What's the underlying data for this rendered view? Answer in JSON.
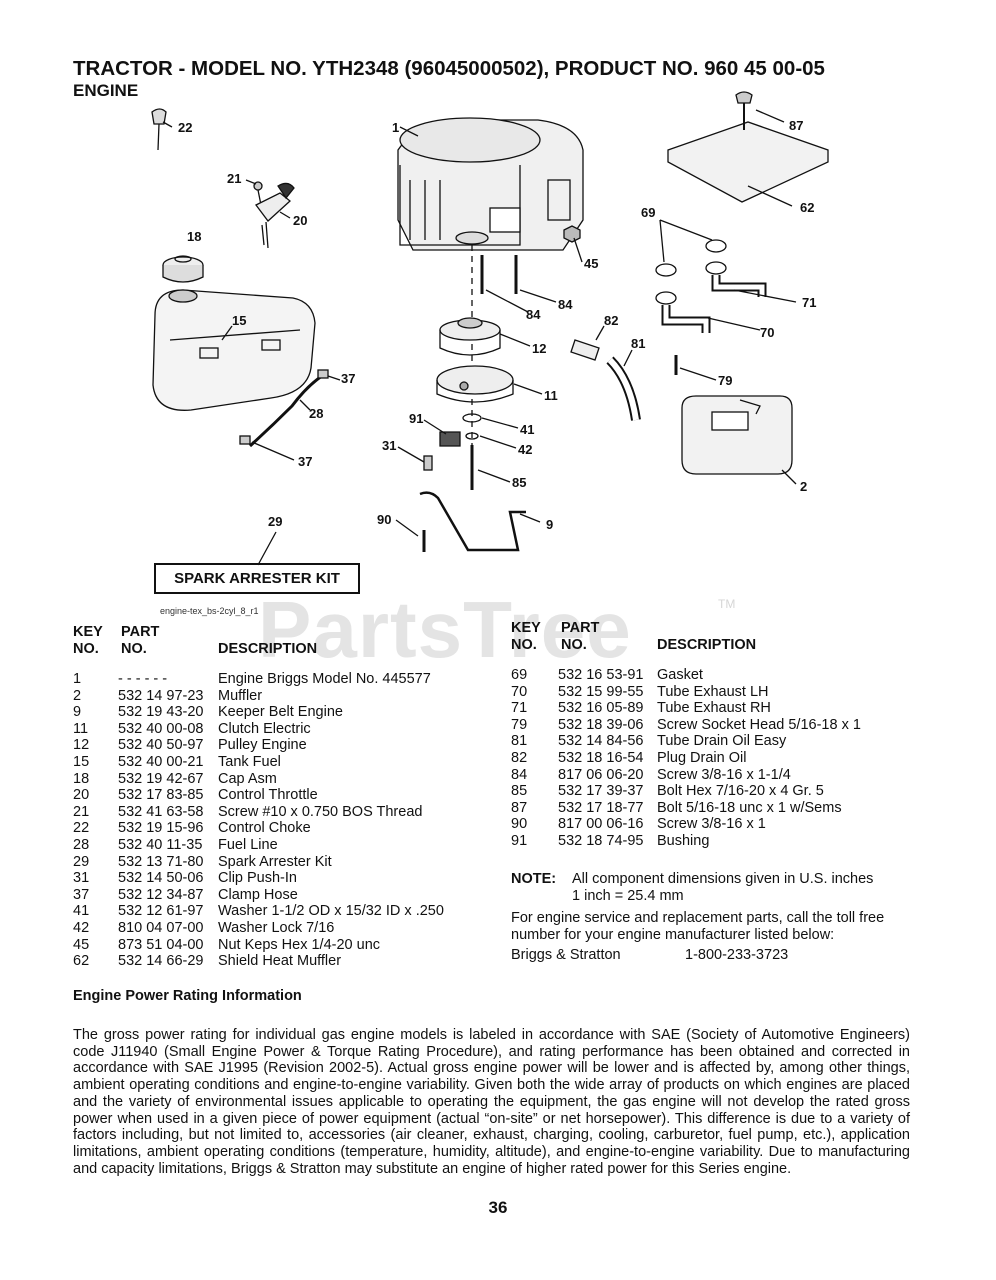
{
  "header": {
    "title": "TRACTOR - MODEL NO. YTH2348 (96045000502), PRODUCT NO. 960 45 00-05",
    "section": "ENGINE"
  },
  "diagram": {
    "callouts": [
      "22",
      "1",
      "87",
      "21",
      "20",
      "62",
      "18",
      "69",
      "45",
      "71",
      "15",
      "84",
      "84",
      "82",
      "70",
      "12",
      "81",
      "37",
      "79",
      "11",
      "28",
      "91",
      "41",
      "31",
      "42",
      "37",
      "85",
      "2",
      "29",
      "90",
      "9"
    ],
    "kit_label": "SPARK ARRESTER KIT",
    "figure_ref": "engine-tex_bs-2cyl_8_r1",
    "watermark": "PartsTree",
    "watermark_tm": "TM"
  },
  "parts_table": {
    "headers": {
      "key_line1": "KEY",
      "key_line2": "NO.",
      "part_line1": "PART",
      "part_line2": "NO.",
      "description": "DESCRIPTION"
    },
    "left": [
      {
        "key": "1",
        "part": "- - - - - -",
        "desc": "Engine Briggs Model No. 445577"
      },
      {
        "key": "2",
        "part": "532 14 97-23",
        "desc": "Muffler"
      },
      {
        "key": "9",
        "part": "532 19 43-20",
        "desc": "Keeper Belt Engine"
      },
      {
        "key": "11",
        "part": "532 40 00-08",
        "desc": "Clutch Electric"
      },
      {
        "key": "12",
        "part": "532 40 50-97",
        "desc": "Pulley Engine"
      },
      {
        "key": "15",
        "part": "532 40 00-21",
        "desc": "Tank Fuel"
      },
      {
        "key": "18",
        "part": "532 19 42-67",
        "desc": "Cap Asm"
      },
      {
        "key": "20",
        "part": "532 17 83-85",
        "desc": "Control Throttle"
      },
      {
        "key": "21",
        "part": "532 41 63-58",
        "desc": "Screw #10 x 0.750 BOS Thread"
      },
      {
        "key": "22",
        "part": "532 19 15-96",
        "desc": "Control Choke"
      },
      {
        "key": "28",
        "part": "532 40 11-35",
        "desc": "Fuel Line"
      },
      {
        "key": "29",
        "part": "532 13 71-80",
        "desc": "Spark Arrester Kit"
      },
      {
        "key": "31",
        "part": "532 14 50-06",
        "desc": "Clip Push-In"
      },
      {
        "key": "37",
        "part": "532 12 34-87",
        "desc": "Clamp Hose"
      },
      {
        "key": "41",
        "part": "532 12 61-97",
        "desc": "Washer 1-1/2 OD x 15/32 ID x .250"
      },
      {
        "key": "42",
        "part": "810 04 07-00",
        "desc": "Washer Lock 7/16"
      },
      {
        "key": "45",
        "part": "873 51 04-00",
        "desc": "Nut Keps Hex 1/4-20 unc"
      },
      {
        "key": "62",
        "part": "532 14 66-29",
        "desc": "Shield Heat Muffler"
      }
    ],
    "right": [
      {
        "key": "69",
        "part": "532 16 53-91",
        "desc": "Gasket"
      },
      {
        "key": "70",
        "part": "532 15 99-55",
        "desc": "Tube Exhaust LH"
      },
      {
        "key": "71",
        "part": "532 16 05-89",
        "desc": "Tube Exhaust RH"
      },
      {
        "key": "79",
        "part": "532 18 39-06",
        "desc": "Screw Socket Head 5/16-18 x 1"
      },
      {
        "key": "81",
        "part": "532 14 84-56",
        "desc": "Tube Drain Oil Easy"
      },
      {
        "key": "82",
        "part": "532 18 16-54",
        "desc": "Plug Drain Oil"
      },
      {
        "key": "84",
        "part": "817 06 06-20",
        "desc": "Screw 3/8-16 x 1-1/4"
      },
      {
        "key": "85",
        "part": "532 17 39-37",
        "desc": "Bolt Hex 7/16-20 x 4 Gr. 5"
      },
      {
        "key": "87",
        "part": "532 17 18-77",
        "desc": "Bolt 5/16-18 unc x 1 w/Sems"
      },
      {
        "key": "90",
        "part": "817 00 06-16",
        "desc": "Screw 3/8-16 x 1"
      },
      {
        "key": "91",
        "part": "532 18 74-95",
        "desc": "Bushing"
      }
    ]
  },
  "note": {
    "label": "NOTE:",
    "line1": "All component dimensions given in U.S. inches",
    "line2": "1 inch = 25.4 mm"
  },
  "service": {
    "text": "For engine service and replacement parts, call the toll free number for your engine manufacturer listed below:",
    "manufacturer": "Briggs & Stratton",
    "phone": "1-800-233-3723"
  },
  "power_rating": {
    "heading": "Engine Power Rating Information",
    "body": "The gross power rating for individual gas engine models is labeled in accordance with SAE (Society of Automotive Engineers) code J11940 (Small Engine Power & Torque Rating Procedure), and rating performance has been obtained and corrected in accordance with SAE J1995 (Revision 2002-5). Actual gross engine power will be lower and is affected by, among other things, ambient operating conditions and engine-to-engine variability. Given both the wide array of products on which engines are placed and the variety of environmental issues applicable to operating the equipment, the gas engine will not develop the rated gross power when used in a given piece of power equipment (actual “on-site” or net horsepower). This difference is due to a variety of factors including, but not limited to, accessories (air cleaner, exhaust, charging, cooling, carburetor, fuel pump, etc.), application limitations, ambient operating conditions (temperature, humidity, altitude), and engine-to-engine variability. Due to manufacturing and capacity limitations, Briggs & Stratton may substitute an engine of higher rated power for this Series engine."
  },
  "page_number": "36"
}
